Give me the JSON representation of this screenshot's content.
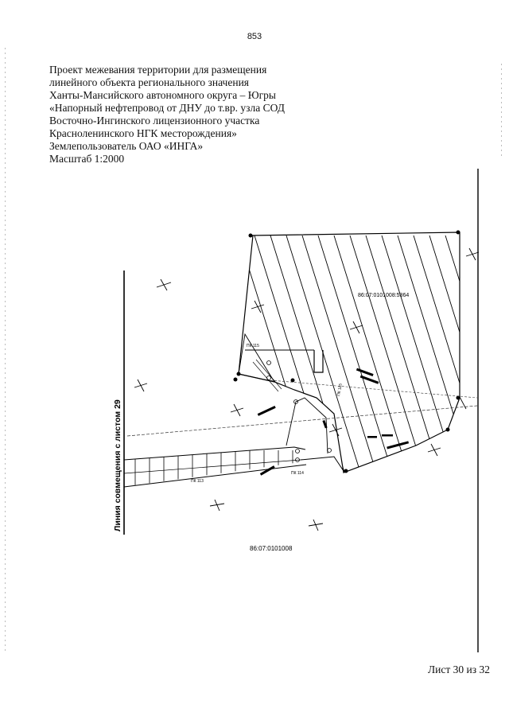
{
  "page_number": "853",
  "header": {
    "lines": [
      "Проект межевания территории для размещения",
      "линейного объекта регионального значения",
      "Ханты-Мансийского автономного округа – Югры",
      "«Напорный нефтепровод от ДНУ до т.вр. узла СОД",
      "Восточно-Ингинского лицензионного участка",
      "Красноленинского НГК месторождения»",
      "Землепользователь ОАО «ИНГА»",
      "Масштаб 1:2000"
    ]
  },
  "map": {
    "parcel_main_label": "86:07:0101008:5364",
    "parcel_block_label": "86:07:0101008",
    "sheet_join_label": "Линия совмещения с листом 29",
    "pk_labels": {
      "pk115": "ПК 115",
      "pk114": "ПК 114",
      "pk113": "ПК 113"
    }
  },
  "footer": {
    "sheet_label": "Лист 30 из 32"
  }
}
